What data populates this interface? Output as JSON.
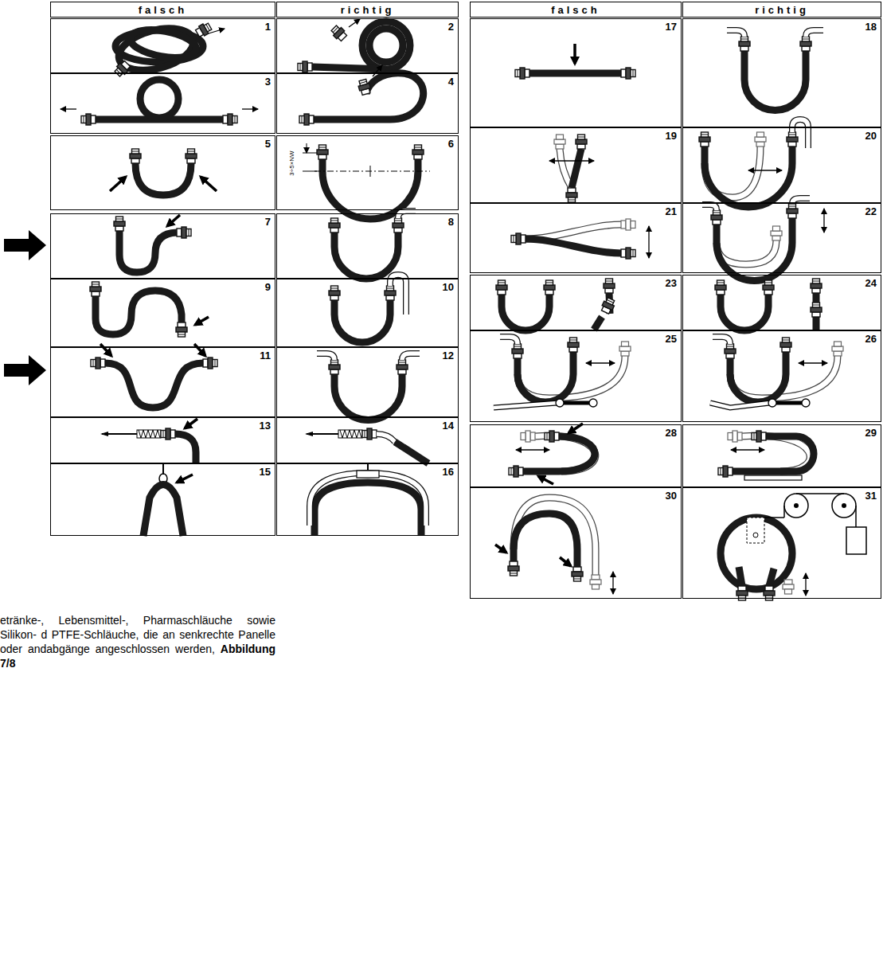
{
  "diagram": {
    "nodes": [
      {
        "text": [
          "falsch"
        ]
      },
      {
        "text": [
          "richtig"
        ]
      },
      {
        "text": [
          "1"
        ]
      },
      {
        "text": [
          "2"
        ]
      },
      {
        "text": [
          "3"
        ]
      },
      {
        "text": [
          "4"
        ]
      },
      {
        "text": [
          "5"
        ]
      },
      {
        "text": [
          "6"
        ]
      },
      {
        "text": [
          "7"
        ]
      },
      {
        "text": [
          "8"
        ]
      },
      {
        "text": [
          "9"
        ]
      },
      {
        "text": [
          "10"
        ]
      },
      {
        "text": [
          "11"
        ]
      },
      {
        "text": [
          "12"
        ]
      },
      {
        "text": [
          "13"
        ]
      },
      {
        "text": [
          "14"
        ]
      },
      {
        "text": [
          "15"
        ]
      },
      {
        "text": [
          "16"
        ]
      },
      {
        "text": [
          "falsch"
        ]
      },
      {
        "text": [
          "richtig"
        ]
      },
      {
        "text": [
          "17"
        ]
      },
      {
        "text": [
          "18"
        ]
      },
      {
        "text": [
          "19"
        ]
      },
      {
        "text": [
          "20"
        ]
      },
      {
        "text": [
          "21"
        ]
      },
      {
        "text": [
          "22"
        ]
      },
      {
        "text": [
          "23"
        ]
      },
      {
        "text": [
          "24"
        ]
      },
      {
        "text": [
          "25"
        ]
      },
      {
        "text": [
          "26"
        ]
      },
      {
        "text": [
          "28"
        ]
      },
      {
        "text": [
          "29"
        ]
      },
      {
        "text": [
          "30"
        ]
      },
      {
        "text": [
          "31"
        ]
      }
    ],
    "labels": [
      "3÷5×NW",
      "etränke-, Lebensmittel-, Pharmaschläuche sowie Silikon- d PTFE-Schläuche, die an senkrechte Panelle oder andabgänge angeschlossen werden,",
      "Abbildung 7/8"
    ]
  }
}
